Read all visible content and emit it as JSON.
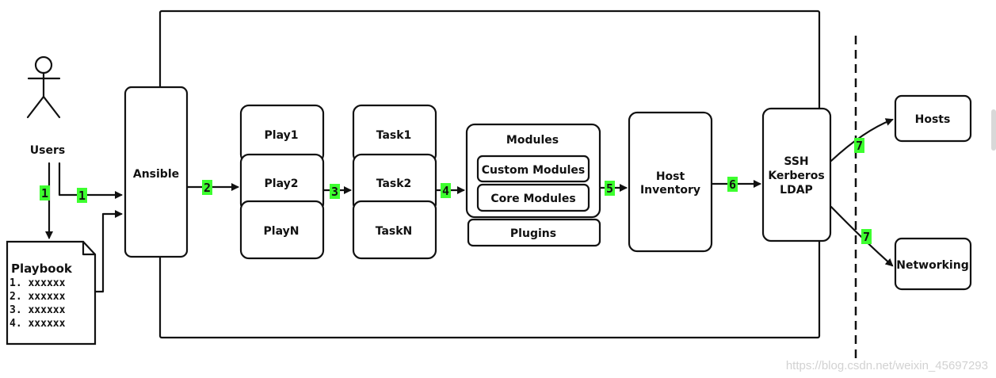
{
  "users": {
    "label": "Users"
  },
  "ansible": {
    "label": "Ansible"
  },
  "plays": [
    "Play1",
    "Play2",
    "PlayN"
  ],
  "tasks": [
    "Task1",
    "Task2",
    "TaskN"
  ],
  "modules": {
    "title": "Modules",
    "custom": "Custom Modules",
    "core": "Core Modules",
    "plugins": "Plugins"
  },
  "inventory": {
    "line1": "Host",
    "line2": "Inventory"
  },
  "connection": {
    "line1": "SSH",
    "line2": "Kerberos",
    "line3": "LDAP"
  },
  "hosts": {
    "label": "Hosts"
  },
  "networking": {
    "label": "Networking"
  },
  "playbook": {
    "title": "Playbook",
    "items": [
      "1. xxxxxx",
      "2. xxxxxx",
      "3. xxxxxx",
      "4. xxxxxx"
    ]
  },
  "steps": {
    "users_to_playbook": "1",
    "users_to_ansible": "1",
    "ansible_to_play": "2",
    "play_to_task": "3",
    "task_to_modules": "4",
    "modules_to_inventory": "5",
    "inventory_to_connection": "6",
    "connection_to_hosts": "7",
    "connection_to_networking": "7"
  },
  "watermark": "https://blog.csdn.net/weixin_45697293",
  "colors": {
    "step_badge": "#3dff2f",
    "stroke": "#111111",
    "watermark": "#d2d2d2"
  }
}
